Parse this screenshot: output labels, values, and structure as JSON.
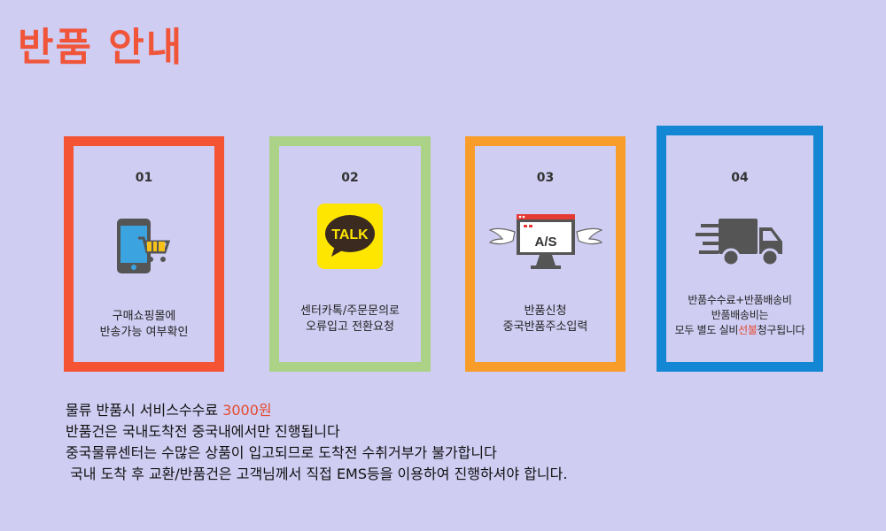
{
  "page": {
    "title": "반품 안내",
    "title_color": "#f0553a",
    "background": "#cfcdf2"
  },
  "steps": [
    {
      "number": "01",
      "border_color": "#f45334",
      "icon": "shopping-phone-icon",
      "lines": [
        "구매쇼핑몰에",
        "반송가능 여부확인"
      ]
    },
    {
      "number": "02",
      "border_color": "#acd287",
      "icon": "kakao-talk-icon",
      "icon_label": "TALK",
      "lines": [
        "센터카톡/주문문의로",
        "오류입고 전환요청"
      ]
    },
    {
      "number": "03",
      "border_color": "#f99d2a",
      "icon": "as-monitor-icon",
      "icon_label": "A/S",
      "lines": [
        "반품신청",
        "중국반품주소입력"
      ]
    },
    {
      "number": "04",
      "border_color": "#1387d3",
      "icon": "delivery-truck-icon",
      "lines": [
        "반품수수료+반품배송비",
        "반품배송비는"
      ],
      "line3_pre": "모두 별도 실비",
      "line3_highlight": "선불",
      "line3_post": "청구됩니다"
    }
  ],
  "notes": {
    "line1_pre": "물류 반품시 서비스수수료 ",
    "line1_highlight": "3000원",
    "line2": "반품건은 국내도착전 중국내에서만 진행됩니다",
    "line3": "중국물류센터는 수많은 상품이 입고되므로 도착전 수취거부가 불가합니다",
    "line4": " 국내 도착 후 교환/반품건은 고객님께서 직접 EMS등을 이용하여 진행하셔야 합니다.",
    "highlight_color": "#e44a2f"
  }
}
